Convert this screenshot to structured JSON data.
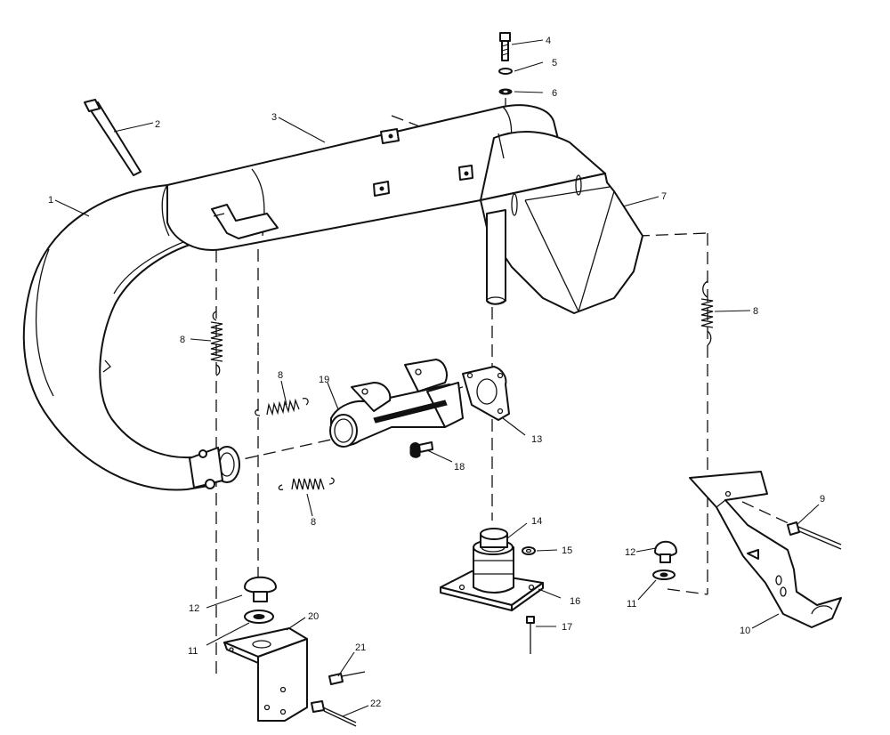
{
  "callouts": {
    "c1": "1",
    "c2": "2",
    "c3": "3",
    "c4": "4",
    "c5": "5",
    "c6": "6",
    "c7": "7",
    "c8a": "8",
    "c8b": "8",
    "c8c": "8",
    "c8d": "8",
    "c9": "9",
    "c10": "10",
    "c11a": "11",
    "c11b": "11",
    "c12a": "12",
    "c12b": "12",
    "c13": "13",
    "c14": "14",
    "c15": "15",
    "c16": "16",
    "c17": "17",
    "c18": "18",
    "c19": "19",
    "c20": "20",
    "c21": "21",
    "c22": "22"
  },
  "colors": {
    "line": "#111111",
    "background": "#ffffff"
  }
}
